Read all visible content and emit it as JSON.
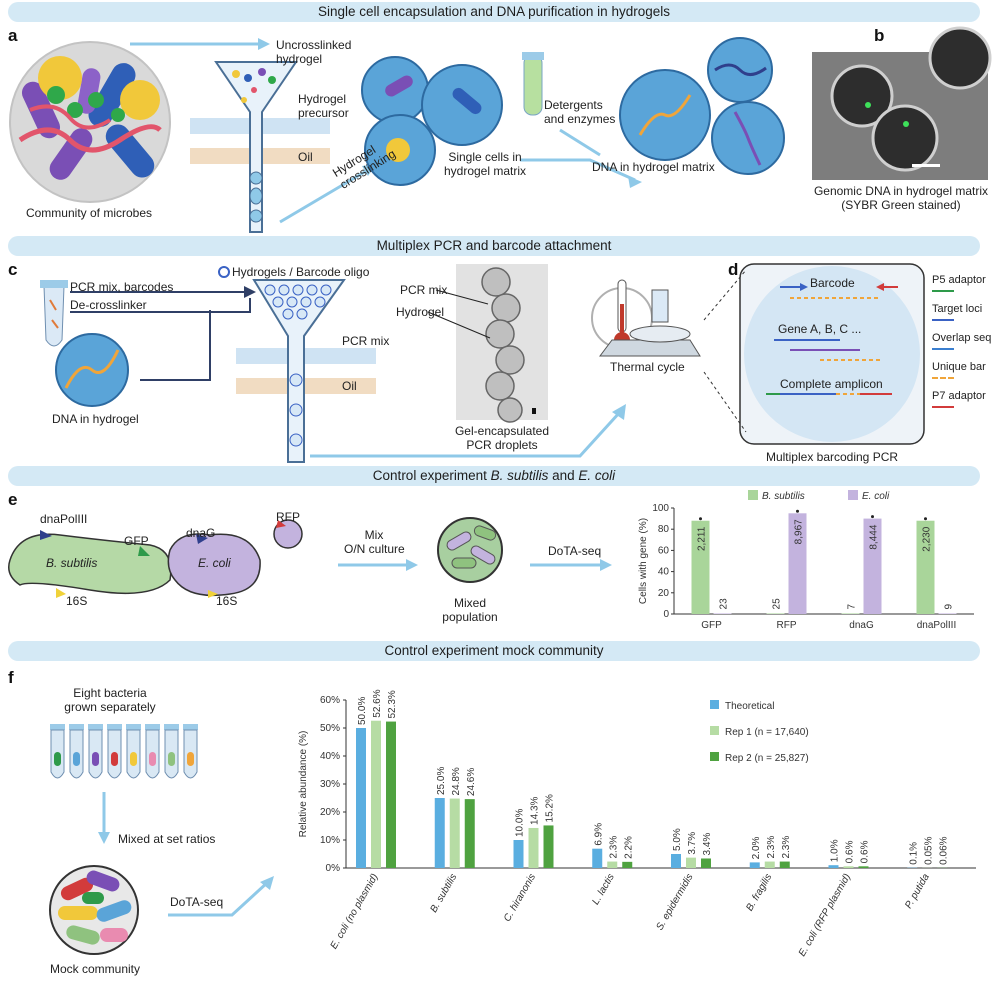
{
  "banners": {
    "s1": "Single cell encapsulation and DNA purification in hydrogels",
    "s2": "Multiplex PCR and barcode attachment",
    "s3_prefix": "Control experiment ",
    "s3_org1": "B. subtilis",
    "s3_and": " and ",
    "s3_org2": "E. coli",
    "s4": "Control experiment mock community"
  },
  "panels": {
    "a": "a",
    "b": "b",
    "c": "c",
    "d": "d",
    "e": "e",
    "f": "f"
  },
  "panel_a": {
    "community": "Community of microbes",
    "uncrosslinked": "Uncrosslinked\nhydrogel",
    "precursor": "Hydrogel\nprecursor",
    "oil": "Oil",
    "crosslinking": "Hydrogel\ncrosslinking",
    "single_cells": "Single cells in\nhydrogel matrix",
    "detergents": "Detergents\nand enzymes",
    "dna_matrix": "DNA in hydrogel matrix"
  },
  "panel_b": {
    "caption": "Genomic DNA in hydrogel matrix\n(SYBR Green stained)"
  },
  "panel_c": {
    "pcr_mix_barcodes": "PCR mix, barcodes",
    "decrosslinker": "De-crosslinker",
    "legend": "Hydrogels / Barcode oligo",
    "pcr_mix": "PCR mix",
    "oil": "Oil",
    "dna_in_hydrogel": "DNA in hydrogel",
    "micro_pcr_mix": "PCR mix",
    "micro_hydrogel": "Hydrogel",
    "gel_caption": "Gel-encapsulated\nPCR droplets",
    "thermal": "Thermal cycle"
  },
  "panel_d": {
    "barcode": "Barcode",
    "genes": "Gene A, B, C ...",
    "complete": "Complete amplicon",
    "caption": "Multiplex barcoding PCR",
    "legend": [
      {
        "label": "P5 adaptor",
        "color": "#2e9a4a"
      },
      {
        "label": "Target loci",
        "color": "#3a62c4"
      },
      {
        "label": "Overlap seq",
        "color": "#3b7fd0"
      },
      {
        "label": "Unique bar",
        "color": "#f0a53a"
      },
      {
        "label": "P7 adaptor",
        "color": "#d23b3b"
      }
    ]
  },
  "panel_e": {
    "dnapol": "dnaPolIII",
    "gfp": "GFP",
    "bsub": "B. subtilis",
    "sixteen_s": "16S",
    "dnag": "dnaG",
    "rfp": "RFP",
    "ecoli": "E. coli",
    "mix": "Mix\nO/N culture",
    "mixed": "Mixed\npopulation",
    "dota": "DoTA-seq"
  },
  "panel_f": {
    "eight": "Eight bacteria\ngrown separately",
    "mixed_ratios": "Mixed at set ratios",
    "mock": "Mock community",
    "dota": "DoTA-seq"
  },
  "chart_data": [
    {
      "type": "bar",
      "ylabel": "Cells with gene (%)",
      "ylim": [
        0,
        100
      ],
      "yticks": [
        "0",
        "20",
        "40",
        "60",
        "80",
        "100"
      ],
      "categories": [
        "GFP",
        "RFP",
        "dnaG",
        "dnaPolIII"
      ],
      "series": [
        {
          "name": "B. subtilis",
          "color": "#a9d59a",
          "values": [
            88,
            0.5,
            0.5,
            88
          ],
          "labels": [
            "2,211",
            "25",
            "7",
            "2,230"
          ]
        },
        {
          "name": "E. coli",
          "color": "#c3b3de",
          "values": [
            0.5,
            95,
            90,
            0.5
          ],
          "labels": [
            "23",
            "8,967",
            "8,444",
            "9"
          ]
        }
      ],
      "legend_placement": "top"
    },
    {
      "type": "bar",
      "ylabel": "Relative abundance (%)",
      "ylim": [
        0,
        60
      ],
      "yticks": [
        "0%",
        "10%",
        "20%",
        "30%",
        "40%",
        "50%",
        "60%"
      ],
      "categories": [
        "E. coli (no plasmid)",
        "B. subtilis",
        "C. hiranonis",
        "L. lactis",
        "S. epidermidis",
        "B. fragilis",
        "E. coli (RFP plasmid)",
        "P. putida"
      ],
      "series": [
        {
          "name": "Theoretical",
          "color": "#5aaee0",
          "values": [
            50.0,
            25.0,
            10.0,
            6.9,
            5.0,
            2.0,
            1.0,
            0.1
          ],
          "labels": [
            "50.0%",
            "25.0%",
            "10.0%",
            "6.9%",
            "5.0%",
            "2.0%",
            "1.0%",
            "0.1%"
          ]
        },
        {
          "name": "Rep 1 (n = 17,640)",
          "color": "#b6dca4",
          "values": [
            52.6,
            24.8,
            14.3,
            2.3,
            3.7,
            2.3,
            0.6,
            0.05
          ],
          "labels": [
            "52.6%",
            "24.8%",
            "14.3%",
            "2.3%",
            "3.7%",
            "2.3%",
            "0.6%",
            "0.05%"
          ]
        },
        {
          "name": "Rep 2 (n = 25,827)",
          "color": "#4fa240",
          "values": [
            52.3,
            24.6,
            15.2,
            2.2,
            3.4,
            2.3,
            0.6,
            0.06
          ],
          "labels": [
            "52.3%",
            "24.6%",
            "15.2%",
            "2.2%",
            "3.4%",
            "2.3%",
            "0.6%",
            "0.06%"
          ]
        }
      ],
      "legend_placement": "top-right"
    }
  ]
}
